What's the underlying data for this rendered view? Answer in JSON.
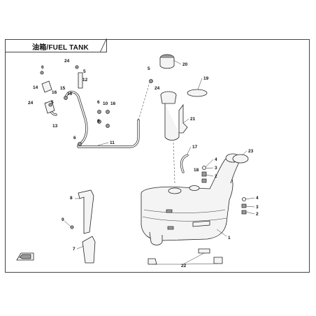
{
  "diagram": {
    "title": "油箱/FUEL TANK",
    "callouts": [
      "1",
      "2",
      "3",
      "4",
      "5",
      "6",
      "7",
      "8",
      "9",
      "10",
      "11",
      "12",
      "13",
      "14",
      "15",
      "16",
      "17",
      "18",
      "19",
      "20",
      "21",
      "22",
      "23",
      "24"
    ]
  }
}
